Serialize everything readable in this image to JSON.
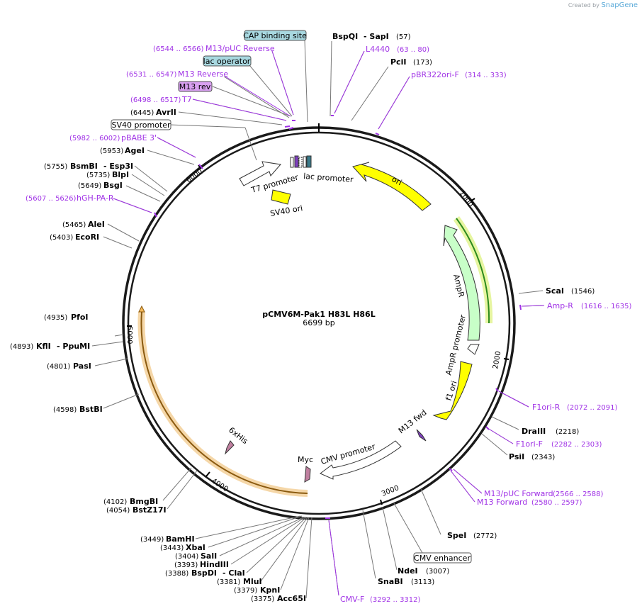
{
  "credit": {
    "prefix": "Created by",
    "brand": "SnapGene"
  },
  "plasmid": {
    "name": "pCMV6M-Pak1 H83L H86L",
    "length": "6699 bp"
  },
  "ticks": [
    "1000",
    "2000",
    "3000",
    "4000",
    "5000",
    "6000"
  ],
  "colors": {
    "backbone": "#1a1a1a",
    "purple": "#a032e6",
    "yellow": "#ffff00",
    "ampr_fill": "#c8ffc8",
    "orange": "#f5b95a",
    "lac_box": "#a8d8e0",
    "m13rev_box": "#d8a0f0"
  },
  "top_labels": {
    "cap": "CAP binding site",
    "m13puc_rev_range": "(6544 .. 6566)",
    "m13puc_rev": "M13/pUC Reverse",
    "lac_operator": "lac operator",
    "m13_reverse_range": "(6531 .. 6547)",
    "m13_reverse": "M13 Reverse",
    "m13_rev": "M13 rev",
    "t7_range": "(6498 .. 6517)",
    "t7": "T7",
    "avrii_num": "(6445)",
    "avrii": "AvrII",
    "sv40_promoter": "SV40 promoter",
    "pbabe_range": "(5982 .. 6002)",
    "pbabe": "pBABE 3'",
    "agei_num": "(5953)",
    "agei": "AgeI",
    "bsmbi_num": "(5755)",
    "bsmbi": "BsmBI",
    "esp3i": "- Esp3I",
    "blpi_num": "(5735)",
    "blpi": "BlpI",
    "bsgi_num": "(5649)",
    "bsgi": "BsgI",
    "hgh_range": "(5607 .. 5626)",
    "hgh": "hGH-PA-R",
    "alei_num": "(5465)",
    "alei": "AleI",
    "ecori_num": "(5403)",
    "ecori": "EcoRI",
    "bspqi": "BspQI",
    "sapi": "- SapI",
    "sapi_num": "(57)",
    "l4440": "L4440",
    "l4440_range": "(63 .. 80)",
    "pcii": "PciI",
    "pcii_num": "(173)",
    "pbr322": "pBR322ori-F",
    "pbr322_range": "(314 .. 333)"
  },
  "left_labels": {
    "pfoi_num": "(4935)",
    "pfoi": "PfoI",
    "kfli_num": "(4893)",
    "kfli": "KflI",
    "ppumi": "- PpuMI",
    "pasi_num": "(4801)",
    "pasi": "PasI",
    "bstbi_num": "(4598)",
    "bstbi": "BstBI",
    "bmgbi_num": "(4102)",
    "bmgbi": "BmgBI",
    "bstz_num": "(4054)",
    "bstz": "BstZ17I"
  },
  "bottom_labels": {
    "bamhi_num": "(3449)",
    "bamhi": "BamHI",
    "xbai_num": "(3443)",
    "xbai": "XbaI",
    "sali_num": "(3404)",
    "sali": "SalI",
    "hindiii_num": "(3393)",
    "hindiii": "HindIII",
    "bspdi_num": "(3388)",
    "bspdi": "BspDI",
    "clai": "- ClaI",
    "mlui_num": "(3381)",
    "mlui": "MluI",
    "kpni_num": "(3379)",
    "kpni": "KpnI",
    "acc65i_num": "(3375)",
    "acc65i": "Acc65I",
    "cmvf": "CMV-F",
    "cmvf_range": "(3292 .. 3312)",
    "snabi": "SnaBI",
    "snabi_num": "(3113)",
    "ndei": "NdeI",
    "ndei_num": "(3007)",
    "cmv_enhancer": "CMV enhancer",
    "spei": "SpeI",
    "spei_num": "(2772)"
  },
  "right_labels": {
    "scai": "ScaI",
    "scai_num": "(1546)",
    "ampr_primer": "Amp-R",
    "ampr_range": "(1616 .. 1635)",
    "f1ori_r": "F1ori-R",
    "f1ori_r_range": "(2072 .. 2091)",
    "draiii": "DraIII",
    "draiii_num": "(2218)",
    "f1ori_f": "F1ori-F",
    "f1ori_f_range": "(2282 .. 2303)",
    "psii": "PsiI",
    "psii_num": "(2343)",
    "m13puc_fwd": "M13/pUC Forward",
    "m13puc_fwd_range": "(2566 .. 2588)",
    "m13_forward": "M13 Forward",
    "m13_forward_range": "(2580 .. 2597)"
  },
  "features": {
    "t7_promoter": "T7 promoter",
    "lac_promoter": "lac promoter",
    "sv40_ori": "SV40 ori",
    "ori": "ori",
    "ampr": "AmpR",
    "ampr_promoter": "AmpR promoter",
    "f1_ori": "f1 ori",
    "m13_fwd": "M13 fwd",
    "cmv_promoter": "CMV promoter",
    "myc": "Myc",
    "his": "6xHis"
  }
}
